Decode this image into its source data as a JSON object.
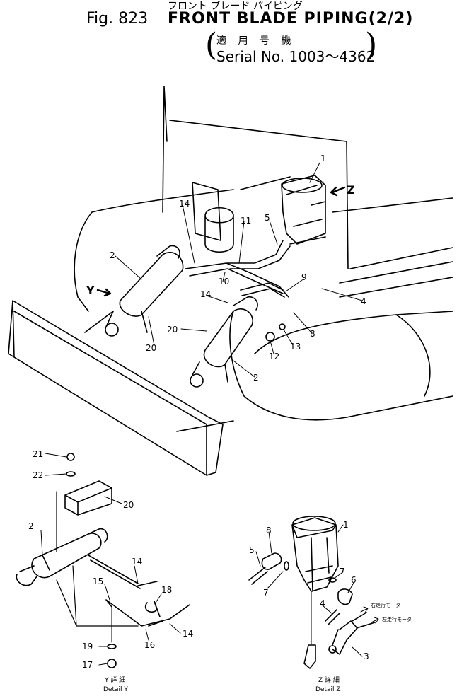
{
  "header": {
    "fig_label": "Fig. 823",
    "title": "FRONT BLADE PIPING",
    "title_suffix": "(2/2)",
    "title_jp": "フロント ブレード パイピング",
    "applicable_jp": "適 用 号 機",
    "serial": "Serial No. 1003～4362"
  },
  "main_view": {
    "view_y_marker": "Y",
    "view_z_marker": "Z",
    "callouts": [
      "1",
      "2",
      "2",
      "4",
      "5",
      "8",
      "9",
      "10",
      "11",
      "12",
      "13",
      "14",
      "14",
      "20",
      "20"
    ]
  },
  "detail_y": {
    "caption_jp": "Y 詳 細",
    "caption": "Detail Y",
    "callouts": [
      "2",
      "14",
      "14",
      "15",
      "16",
      "17",
      "18",
      "19",
      "20",
      "21",
      "22"
    ]
  },
  "detail_z": {
    "caption_jp": "Z 詳 細",
    "caption": "Detail Z",
    "callouts": [
      "1",
      "3",
      "4",
      "5",
      "6",
      "7",
      "7",
      "8"
    ],
    "motor_label_upper": "右走行モータ",
    "motor_label_lower": "左走行モータ"
  },
  "colors": {
    "ink": "#000000",
    "paper": "#ffffff"
  }
}
